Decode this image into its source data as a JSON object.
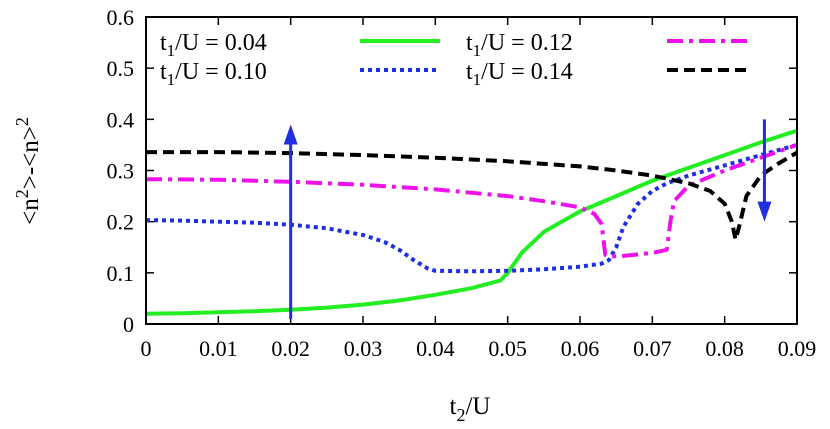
{
  "chart_data": {
    "type": "line",
    "xlabel": "t",
    "xlabel_sub": "2",
    "xlabel_suffix": "/U",
    "ylabel": "<n",
    "ylabel_sup": "2",
    "ylabel_mid": ">-<n>",
    "ylabel_sup2": "2",
    "xlim": [
      0,
      0.09
    ],
    "ylim": [
      0,
      0.6
    ],
    "x_ticks": [
      "0",
      "0.01",
      "0.02",
      "0.03",
      "0.04",
      "0.05",
      "0.06",
      "0.07",
      "0.08",
      "0.09"
    ],
    "y_ticks": [
      "0",
      "0.1",
      "0.2",
      "0.3",
      "0.4",
      "0.5",
      "0.6"
    ],
    "x_tick_values": [
      0,
      0.01,
      0.02,
      0.03,
      0.04,
      0.05,
      0.06,
      0.07,
      0.08,
      0.09
    ],
    "y_tick_values": [
      0,
      0.1,
      0.2,
      0.3,
      0.4,
      0.5,
      0.6
    ],
    "legend_placement": "top",
    "series": [
      {
        "name_main": "t",
        "name_sub": "1",
        "name_suffix": "/U = 0.04",
        "color": "#22ee22",
        "dash": "solid",
        "x": [
          0,
          0.005,
          0.01,
          0.015,
          0.02,
          0.025,
          0.03,
          0.035,
          0.04,
          0.045,
          0.049,
          0.05,
          0.052,
          0.055,
          0.06,
          0.065,
          0.07,
          0.075,
          0.08,
          0.085,
          0.09
        ],
        "y": [
          0.02,
          0.021,
          0.023,
          0.025,
          0.028,
          0.032,
          0.038,
          0.046,
          0.057,
          0.07,
          0.085,
          0.1,
          0.14,
          0.18,
          0.22,
          0.25,
          0.28,
          0.305,
          0.33,
          0.355,
          0.378
        ]
      },
      {
        "name_main": "t",
        "name_sub": "1",
        "name_suffix": "/U = 0.10",
        "color": "#1f2fe0",
        "dash": "dotted",
        "x": [
          0,
          0.005,
          0.01,
          0.015,
          0.02,
          0.025,
          0.03,
          0.033,
          0.035,
          0.037,
          0.039,
          0.04,
          0.045,
          0.05,
          0.055,
          0.06,
          0.063,
          0.064,
          0.065,
          0.066,
          0.068,
          0.07,
          0.072,
          0.075,
          0.08,
          0.085,
          0.09
        ],
        "y": [
          0.203,
          0.202,
          0.2,
          0.198,
          0.194,
          0.187,
          0.174,
          0.16,
          0.145,
          0.125,
          0.108,
          0.104,
          0.103,
          0.104,
          0.107,
          0.112,
          0.118,
          0.125,
          0.15,
          0.19,
          0.235,
          0.26,
          0.275,
          0.29,
          0.31,
          0.33,
          0.35
        ]
      },
      {
        "name_main": "t",
        "name_sub": "1",
        "name_suffix": "/U = 0.12",
        "color": "#ee11ee",
        "dash": "dashdot",
        "x": [
          0,
          0.01,
          0.02,
          0.03,
          0.04,
          0.05,
          0.055,
          0.06,
          0.062,
          0.063,
          0.0635,
          0.064,
          0.066,
          0.07,
          0.072,
          0.0725,
          0.073,
          0.075,
          0.08,
          0.085,
          0.09
        ],
        "y": [
          0.283,
          0.282,
          0.278,
          0.272,
          0.263,
          0.25,
          0.24,
          0.228,
          0.215,
          0.195,
          0.135,
          0.132,
          0.133,
          0.139,
          0.145,
          0.2,
          0.24,
          0.27,
          0.3,
          0.325,
          0.35
        ]
      },
      {
        "name_main": "t",
        "name_sub": "1",
        "name_suffix": "/U = 0.14",
        "color": "#000000",
        "dash": "dashed",
        "x": [
          0,
          0.01,
          0.02,
          0.03,
          0.04,
          0.05,
          0.06,
          0.065,
          0.07,
          0.075,
          0.078,
          0.08,
          0.081,
          0.0815,
          0.082,
          0.083,
          0.085,
          0.087,
          0.09
        ],
        "y": [
          0.336,
          0.336,
          0.334,
          0.33,
          0.325,
          0.318,
          0.308,
          0.3,
          0.29,
          0.275,
          0.26,
          0.235,
          0.2,
          0.165,
          0.19,
          0.25,
          0.29,
          0.31,
          0.335
        ]
      }
    ],
    "annotations": [
      {
        "type": "arrow",
        "direction": "up",
        "x": 0.02,
        "y_from": 0.01,
        "y_to": 0.39,
        "color": "#1f2fe0"
      },
      {
        "type": "arrow",
        "direction": "down",
        "x": 0.0855,
        "y_from": 0.4,
        "y_to": 0.2,
        "color": "#1f2fe0"
      }
    ]
  }
}
